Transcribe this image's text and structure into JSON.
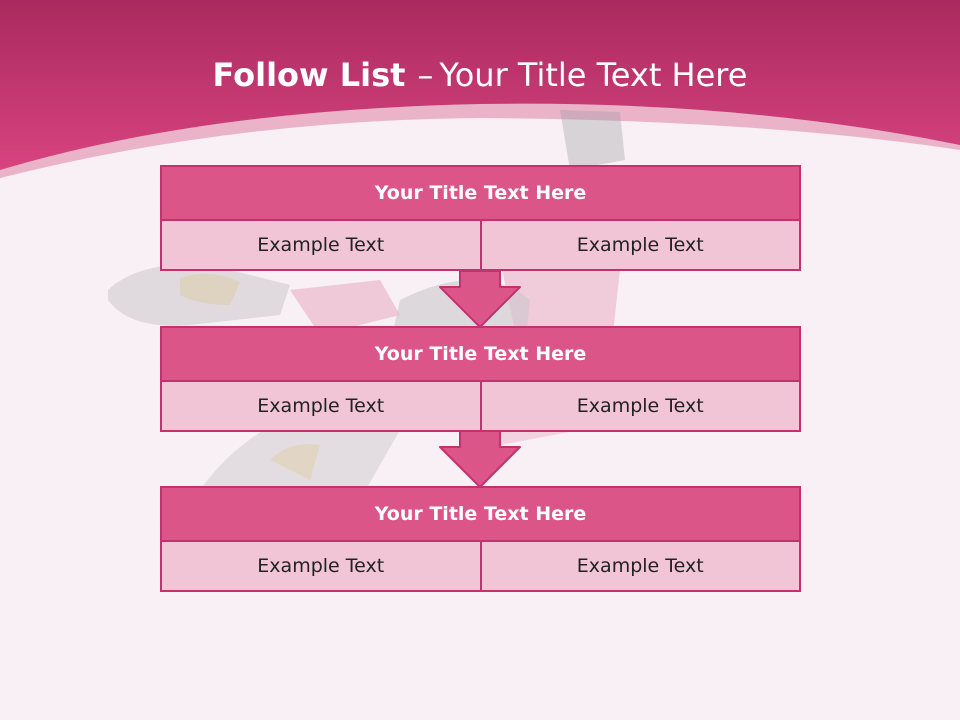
{
  "title": {
    "bold": "Follow List",
    "separator": "–",
    "rest": "Your Title Text Here"
  },
  "blocks": [
    {
      "title": "Your Title Text Here",
      "left": "Example Text",
      "right": "Example Text"
    },
    {
      "title": "Your Title Text Here",
      "left": "Example Text",
      "right": "Example Text"
    },
    {
      "title": "Your Title Text Here",
      "left": "Example Text",
      "right": "Example Text"
    }
  ],
  "colors": {
    "header_pink": "#cc3d78",
    "block_title": "#dc5589",
    "block_cell": "#f1c5d5",
    "border": "#c2336e"
  }
}
